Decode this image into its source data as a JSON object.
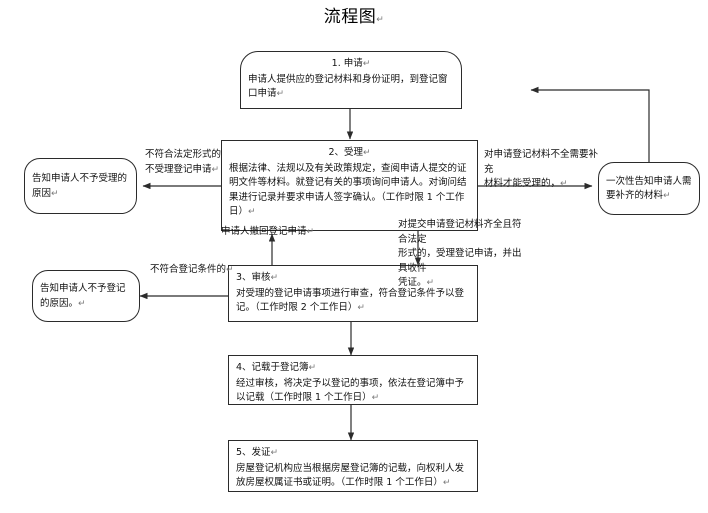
{
  "document": {
    "title": "流程图",
    "pilcrow": "↵"
  },
  "nodes": {
    "step1": {
      "id": "1",
      "heading": "1. 申请",
      "body": "申请人提供应的登记材料和身份证明，到登记窗口申请",
      "shape": "rounded-top-rectangle"
    },
    "step2": {
      "id": "2",
      "heading": "2、受理",
      "body": "根据法律、法规以及有关政策规定，查阅申请人提交的证明文件等材料。就登记有关的事项询问申请人。对询问结果进行记录并要求申请人签字确认。（工作时限 1 个工作日）",
      "shape": "rectangle"
    },
    "step3": {
      "id": "3",
      "heading": "3、审核",
      "body": "对受理的登记申请事项进行审查，符合登记条件予以登记。（工作时限 2 个工作日）",
      "shape": "rectangle"
    },
    "step4": {
      "id": "4",
      "heading": "4、记载于登记簿",
      "body": "经过审核，将决定予以登记的事项，依法在登记簿中予以记载（工作时限 1 个工作日）",
      "shape": "rectangle"
    },
    "step5": {
      "id": "5",
      "heading": "5、发证",
      "body": "房屋登记机构应当根据房屋登记簿的记载，向权利人发放房屋权属证书或证明。（工作时限 1 个工作日）",
      "shape": "rectangle"
    },
    "reject_accept": {
      "body": "告知申请人不予受理的原因",
      "shape": "rounded-rectangle"
    },
    "reject_register": {
      "body": "告知申请人不予登记的原因。",
      "shape": "rounded-rectangle"
    },
    "supplement": {
      "body": "一次性告知申请人需要补齐的材料",
      "shape": "rounded-rectangle"
    }
  },
  "edge_labels": {
    "not_legal_form": "不符合法定形式的\n不受理登记申请",
    "incomplete_materials": "对申请登记材料不全需要补充\n材料才能受理的，",
    "accept_materials": "对提交申请登记材料齐全且符合法定\n形式的，受理登记申请，并出具收件\n凭证。",
    "withdraw": "申请人撤回登记申请",
    "not_meet_conditions": "不符合登记条件的"
  },
  "style": {
    "line_color": "#2b2b2b",
    "text_color": "#111111",
    "background": "#ffffff"
  }
}
